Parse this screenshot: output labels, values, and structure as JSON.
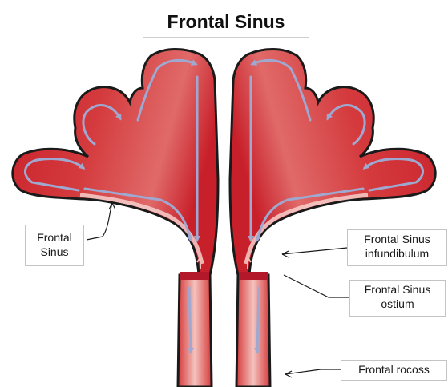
{
  "title": "Frontal Sinus",
  "labels": {
    "frontal_sinus": {
      "line1": "Frontal",
      "line2": "Sinus"
    },
    "infundibulum": {
      "line1": "Frontal Sinus",
      "line2": "infundibulum"
    },
    "ostium": {
      "line1": "Frontal Sinus",
      "line2": "ostium"
    },
    "recess": {
      "text": "Frontal rocoss"
    }
  },
  "colors": {
    "sinus_dark": "#c8202a",
    "sinus_mid": "#de5a5c",
    "sinus_light": "#f4c6c2",
    "outline": "#1a1a1a",
    "arrow": "#9fa8d0"
  }
}
